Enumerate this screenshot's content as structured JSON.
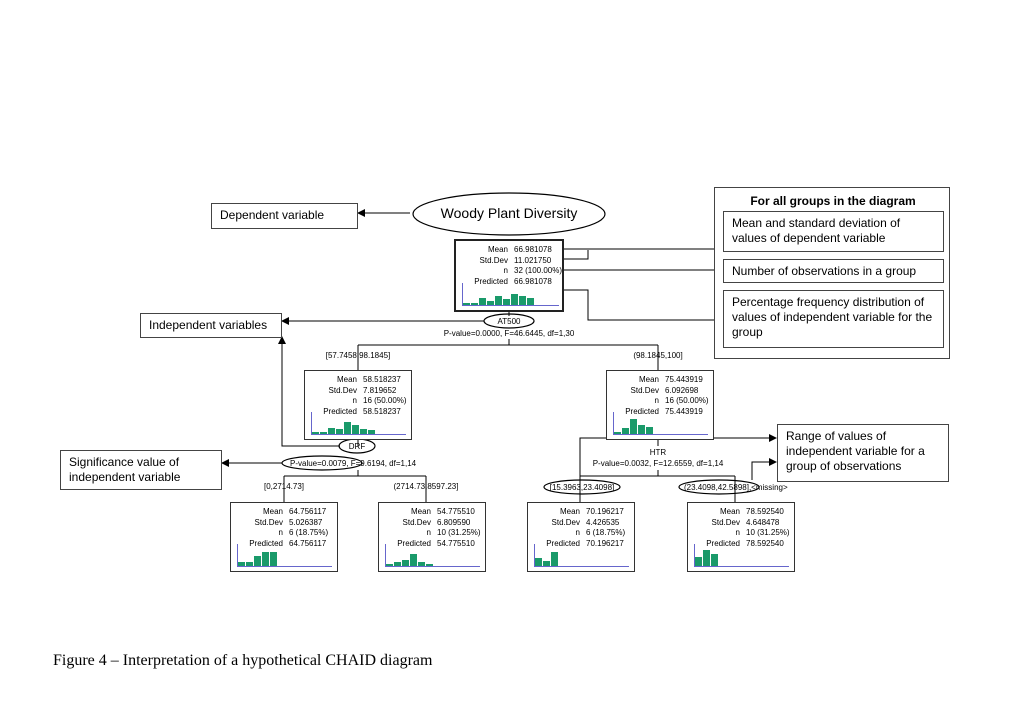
{
  "annotations": {
    "dependent_variable": "Dependent variable",
    "independent_variables": "Independent variables",
    "significance_value": "Significance value of independent variable",
    "range_of_values": "Range of values of independent variable for a group of observations",
    "legend_title": "For all groups in the diagram",
    "legend_mean_sd": "Mean and standard deviation of values of dependent variable",
    "legend_n": "Number of observations in a group",
    "legend_pct": "Percentage  frequency distribution of values of independent variable for the group"
  },
  "root_title": "Woody Plant Diversity",
  "stat_keys": {
    "mean": "Mean",
    "sd": "Std.Dev",
    "n": "n",
    "pred": "Predicted"
  },
  "nodes": {
    "root": {
      "mean": "66.981078",
      "sd": "11.021750",
      "n": "32 (100.00%)",
      "pred": "66.981078",
      "hist": [
        0.1,
        0.1,
        0.35,
        0.2,
        0.45,
        0.3,
        0.55,
        0.45,
        0.35
      ]
    },
    "left": {
      "mean": "58.518237",
      "sd": "7.819652",
      "n": "16 (50.00%)",
      "pred": "58.518237",
      "hist": [
        0.1,
        0.1,
        0.3,
        0.25,
        0.6,
        0.45,
        0.25,
        0.2
      ]
    },
    "right": {
      "mean": "75.443919",
      "sd": "6.092698",
      "n": "16 (50.00%)",
      "pred": "75.443919",
      "hist": [
        0.1,
        0.3,
        0.75,
        0.45,
        0.35
      ]
    },
    "ll": {
      "mean": "64.756117",
      "sd": "5.026387",
      "n": "6 (18.75%)",
      "pred": "64.756117",
      "hist": [
        0.2,
        0.2,
        0.5,
        0.7,
        0.7
      ]
    },
    "lr": {
      "mean": "54.775510",
      "sd": "6.809590",
      "n": "10 (31.25%)",
      "pred": "54.775510",
      "hist": [
        0.1,
        0.2,
        0.3,
        0.6,
        0.2,
        0.1
      ]
    },
    "rl": {
      "mean": "70.196217",
      "sd": "4.426535",
      "n": "6 (18.75%)",
      "pred": "70.196217",
      "hist": [
        0.4,
        0.25,
        0.7
      ]
    },
    "rr": {
      "mean": "78.592540",
      "sd": "4.648478",
      "n": "10 (31.25%)",
      "pred": "78.592540",
      "hist": [
        0.45,
        0.8,
        0.6
      ]
    }
  },
  "splits": {
    "root_var": "AT500",
    "root_stat": "P-value=0.0000, F=46.6445, df=1,30",
    "left_range": "[57.7458,98.1845]",
    "right_range": "(98.1845,100]",
    "left_var": "DRF",
    "left_stat_pvalue": "P-value=0.0079",
    "left_stat_rest": ", F=9.6194, df=1,14",
    "ll_range": "[0,2714.73]",
    "lr_range": "(2714.73,8597.23]",
    "right_var": "HTR",
    "right_stat": "P-value=0.0032, F=12.6559, df=1,14",
    "rl_range": "[15.3963,23.4098]",
    "rr_range": "(23.4098,42.5898]",
    "rr_extra": ",<missing>"
  },
  "caption": "Figure 4 – Interpretation of a hypothetical CHAID diagram"
}
